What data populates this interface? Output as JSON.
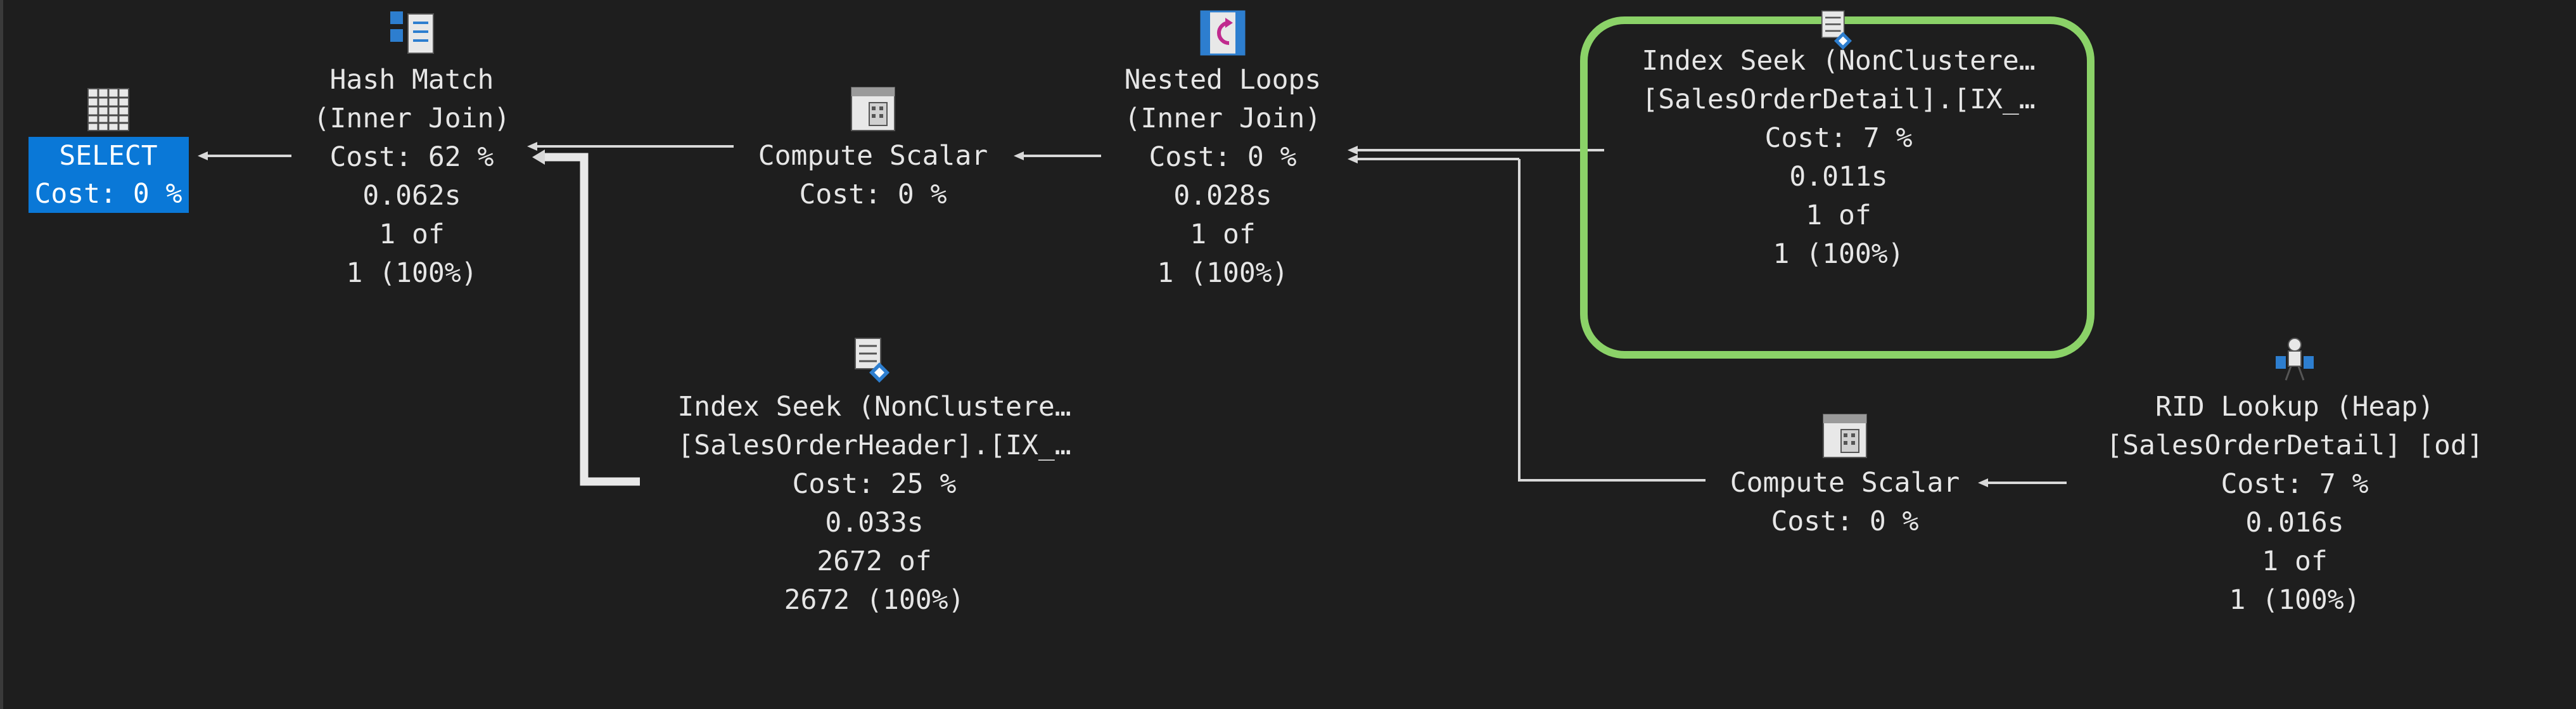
{
  "colors": {
    "background": "#1e1e1e",
    "text": "#e6e6e6",
    "connector": "#d9d9d9",
    "select_highlight": "#0a78d7",
    "focus_outline": "#8bd268"
  },
  "plan": {
    "select": {
      "icon": "select-grid-icon",
      "title": "SELECT",
      "cost": "Cost: 0 %"
    },
    "hash_match": {
      "icon": "hash-match-icon",
      "title": "Hash Match",
      "subtitle": "(Inner Join)",
      "cost": "Cost: 62 %",
      "time": "0.062s",
      "rows_actual": "1 of",
      "rows_estimated": "1 (100%)"
    },
    "compute_scalar_top": {
      "icon": "compute-scalar-icon",
      "title": "Compute Scalar",
      "cost": "Cost: 0 %"
    },
    "nested_loops": {
      "icon": "nested-loops-icon",
      "title": "Nested Loops",
      "subtitle": "(Inner Join)",
      "cost": "Cost: 0 %",
      "time": "0.028s",
      "rows_actual": "1 of",
      "rows_estimated": "1 (100%)"
    },
    "index_seek_detail": {
      "icon": "index-seek-icon",
      "title": "Index Seek (NonClustere…",
      "object": "[SalesOrderDetail].[IX_…",
      "cost": "Cost: 7 %",
      "time": "0.011s",
      "rows_actual": "1 of",
      "rows_estimated": "1 (100%)"
    },
    "index_seek_header": {
      "icon": "index-seek-icon",
      "title": "Index Seek (NonClustere…",
      "object": "[SalesOrderHeader].[IX_…",
      "cost": "Cost: 25 %",
      "time": "0.033s",
      "rows_actual": "2672 of",
      "rows_estimated": "2672 (100%)"
    },
    "compute_scalar_bottom": {
      "icon": "compute-scalar-icon",
      "title": "Compute Scalar",
      "cost": "Cost: 0 %"
    },
    "rid_lookup": {
      "icon": "rid-lookup-icon",
      "title": "RID Lookup (Heap)",
      "object": "[SalesOrderDetail] [od]",
      "cost": "Cost: 7 %",
      "time": "0.016s",
      "rows_actual": "1 of",
      "rows_estimated": "1 (100%)"
    }
  }
}
